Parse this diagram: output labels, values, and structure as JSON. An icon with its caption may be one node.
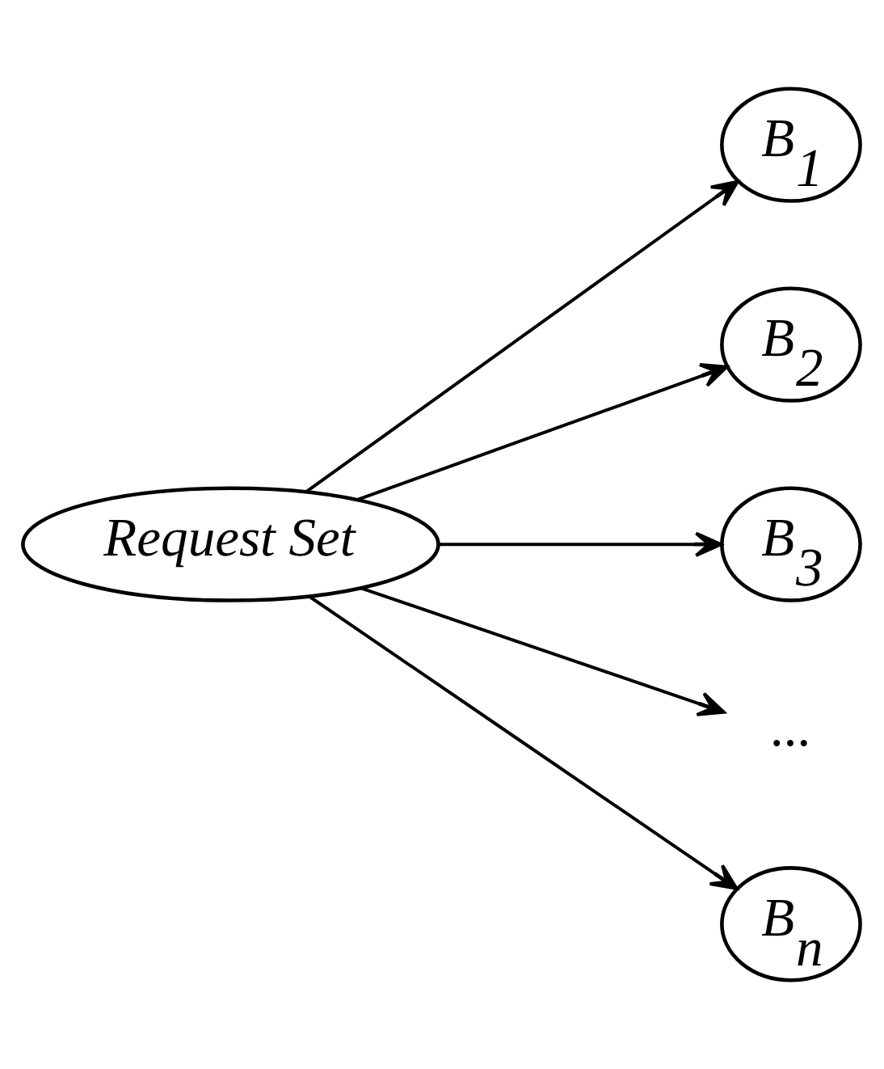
{
  "diagram": {
    "nodes": [
      {
        "text": [
          "Request Set"
        ]
      },
      {
        "text": [
          "B$_{1}$"
        ]
      },
      {
        "text": [
          "B$_{2}$"
        ]
      },
      {
        "text": [
          "B$_{3}$"
        ]
      },
      {
        "text": [
          "..."
        ]
      },
      {
        "text": [
          "B$_{n}$"
        ]
      }
    ],
    "edges": [
      {
        "from": 0,
        "to": 1,
        "arrow": "to"
      },
      {
        "from": 0,
        "to": 2,
        "arrow": "to"
      },
      {
        "from": 0,
        "to": 3,
        "arrow": "to"
      },
      {
        "from": 0,
        "to": 4,
        "arrow": "to"
      },
      {
        "from": 0,
        "to": 5,
        "arrow": "to"
      }
    ]
  }
}
